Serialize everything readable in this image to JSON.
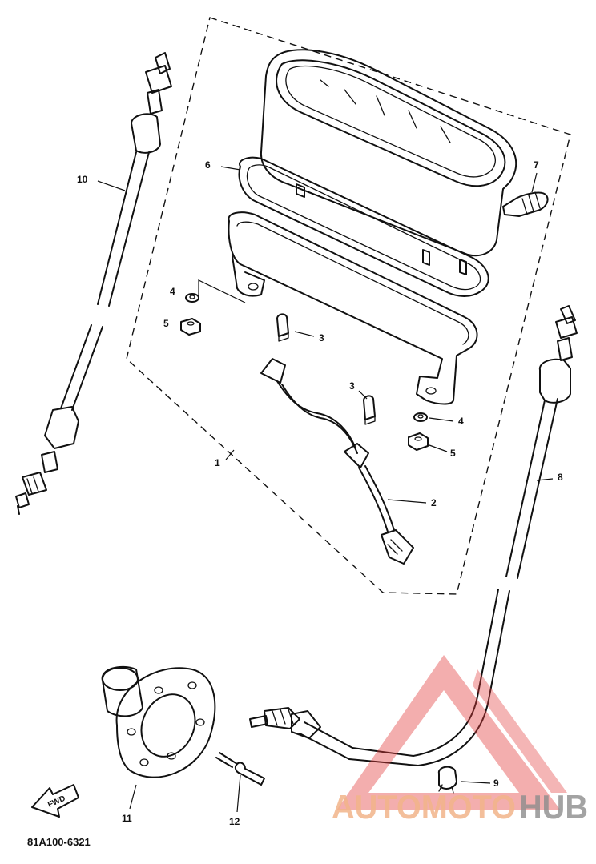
{
  "diagram": {
    "part_number": "81A100-6321",
    "callouts": [
      "1",
      "2",
      "3",
      "3",
      "4",
      "4",
      "5",
      "5",
      "6",
      "7",
      "8",
      "9",
      "10",
      "11",
      "12"
    ],
    "fwd_label": "FWD",
    "ink_color": "#111111"
  },
  "watermark": {
    "word1": "AUTOMOTO",
    "word2": "HUB",
    "logo_color": "#e23b3b",
    "word1_color": "#f2b48a",
    "word2_color": "#8d8d8d"
  }
}
